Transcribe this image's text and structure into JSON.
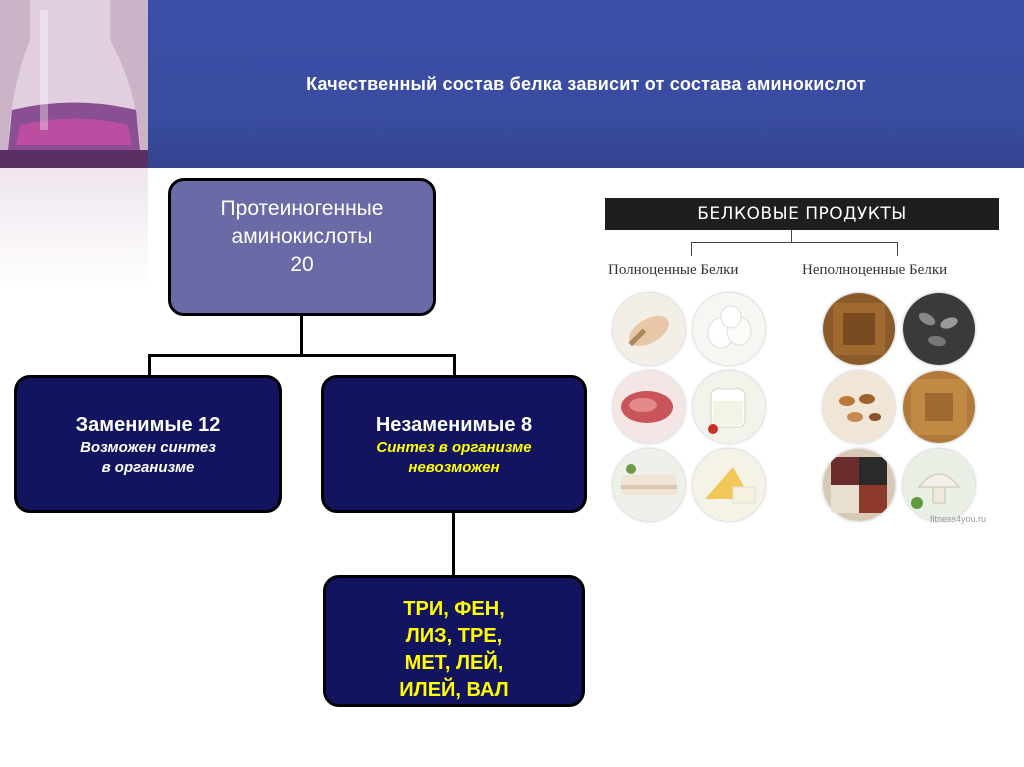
{
  "header": {
    "title": "Качественный состав белка  зависит от состава аминокислот"
  },
  "tree": {
    "root": {
      "line1": "Протеиногенные",
      "line2": "аминокислоты",
      "count": "20"
    },
    "left": {
      "title": "Заменимые  12",
      "sub1": "Возможен синтез",
      "sub2": "в организме"
    },
    "right": {
      "title": "Незаменимые 8",
      "sub1": "Синтез в организме",
      "sub2": "невозможен"
    },
    "bottom": {
      "lines": [
        "ТРИ,  ФЕН,",
        "ЛИЗ,  ТРЕ,",
        "МЕТ, ЛЕЙ,",
        "ИЛЕЙ, ВАЛ"
      ]
    }
  },
  "products": {
    "banner": "БЕЛКОВЫЕ ПРОДУКТЫ",
    "complete_label": "Полноценные Белки",
    "incomplete_label": "Неполноценные Белки",
    "credit": "fitness4you.ru",
    "complete_items": [
      "chicken-icon",
      "eggs-icon",
      "meat-icon",
      "milk-icon",
      "fish-icon",
      "cheese-icon"
    ],
    "incomplete_items": [
      "buckwheat-icon",
      "sunflower-seeds-icon",
      "nuts-icon",
      "lentils-icon",
      "beans-icon",
      "mushrooms-icon"
    ]
  }
}
